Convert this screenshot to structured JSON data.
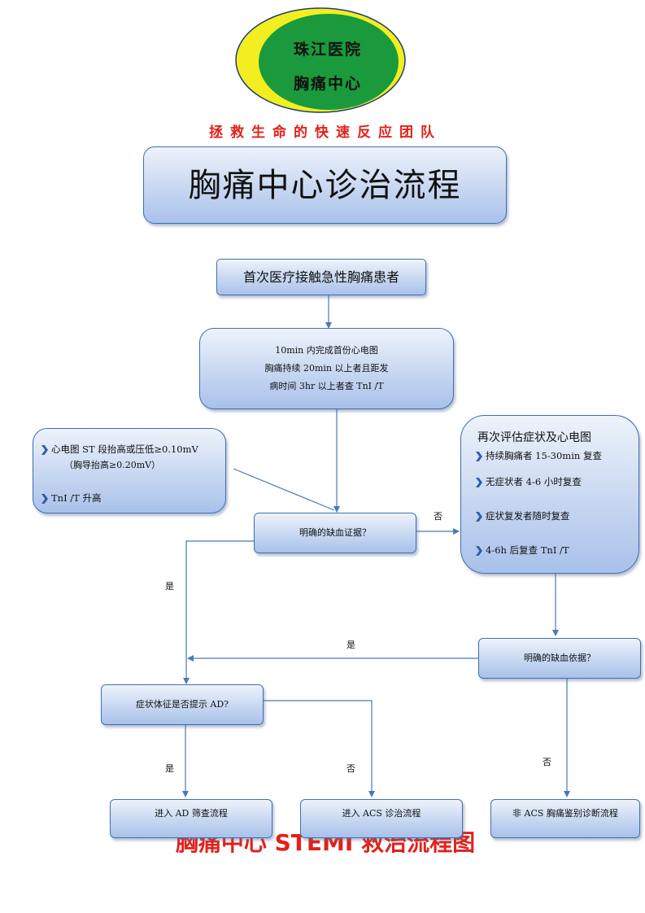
{
  "header": {
    "logo_line1": "珠江医院",
    "logo_line2": "胸痛中心",
    "slogan": "拯救生命的快速反应团队",
    "title": "胸痛中心诊治流程"
  },
  "flow": {
    "start": "首次医疗接触急性胸痛患者",
    "step1": [
      "10min 内完成首份心电图",
      "胸痛持续 20min 以上者且距发",
      "病时间 3hr 以上者查 TnI /T"
    ],
    "criteria": [
      "心电图 ST 段抬高或压低≥0.10mV",
      "（胸导抬高≥0.20mV）",
      "TnI /T 升高"
    ],
    "question1": "明确的缺血证据？",
    "reassess_title": "再次评估症状及心电图",
    "reassess_items": [
      "持续胸痛者 15-30min 复查",
      "无症状者 4-6 小时复查",
      "症状复发者随时复查",
      "4-6h 后复查 TnI /T"
    ],
    "question2": "明确的缺血依据？",
    "question3": "症状体征是否提示 AD?",
    "out_ad": "进入 AD 筛查流程",
    "out_acs": "进入 ACS 诊治流程",
    "out_non": "非 ACS 胸痛鉴别诊断流程",
    "yes": "是",
    "no": "否"
  },
  "footer_title": "胸痛中心 STEMI 救治流程图",
  "colors": {
    "logo_yellow": "#f2ee1f",
    "logo_green": "#1a9a3c",
    "slogan_red": "#e3211a",
    "box_border": "#3f6fb4",
    "arrow": "#4a78b8"
  }
}
